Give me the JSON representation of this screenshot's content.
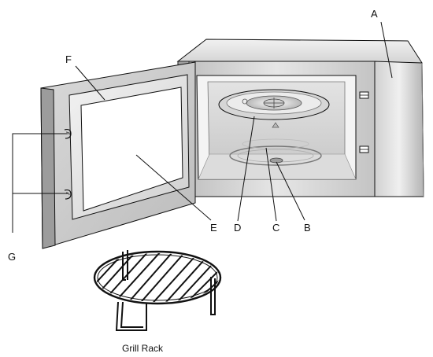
{
  "labels": {
    "A": "A",
    "B": "B",
    "C": "C",
    "D": "D",
    "E": "E",
    "F": "F",
    "G": "G"
  },
  "caption": "Grill Rack",
  "colors": {
    "outline": "#111111",
    "body_light": "#e9e9e9",
    "body_mid": "#cfcfcf",
    "body_dark": "#a8a8a8",
    "glass": "#ffffff"
  }
}
